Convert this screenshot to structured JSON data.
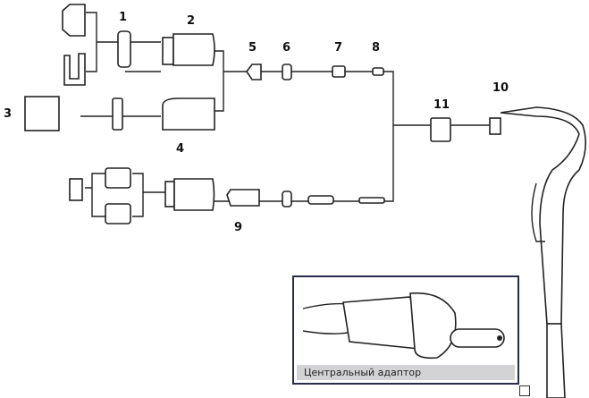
{
  "labels": {
    "n1": "1",
    "n2": "2",
    "n3": "3",
    "n4": "4",
    "n5": "5",
    "n6": "6",
    "n7": "7",
    "n8": "8",
    "n9": "9",
    "n10": "10",
    "n11": "11"
  },
  "inset": {
    "caption": "Центральный адаптор"
  }
}
